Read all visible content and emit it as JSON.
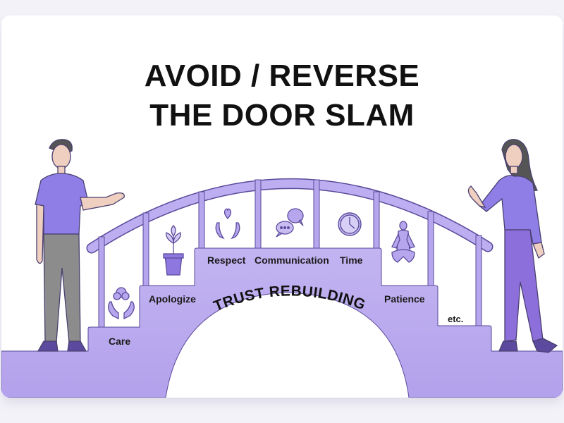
{
  "title": {
    "line1": "AVOID / REVERSE",
    "line2": "THE DOOR SLAM"
  },
  "bridge": {
    "center_label": "TRUST REBUILDING",
    "steps": [
      {
        "label": "Care",
        "icon": "hands-holding-flower-icon"
      },
      {
        "label": "Apologize",
        "icon": "potted-plant-icon"
      },
      {
        "label": "Respect",
        "icon": "hands-heart-icon"
      },
      {
        "label": "Communication",
        "icon": "speech-bubbles-icon"
      },
      {
        "label": "Time",
        "icon": "clock-icon"
      },
      {
        "label": "Patience",
        "icon": "meditation-icon"
      },
      {
        "label": "etc.",
        "icon": ""
      }
    ]
  },
  "figures": {
    "left": "man-gesturing",
    "right": "woman-gesturing"
  },
  "colors": {
    "bridge_fill": "#b9a9ee",
    "bridge_dark": "#9d88e3",
    "outline": "#5a4a9a",
    "shirt": "#8f7ee6",
    "pants_man": "#8c8c8c",
    "pants_woman": "#8d6fdb",
    "skin": "#efcfc0",
    "hair": "#555555",
    "shoes": "#5b4a9e"
  }
}
